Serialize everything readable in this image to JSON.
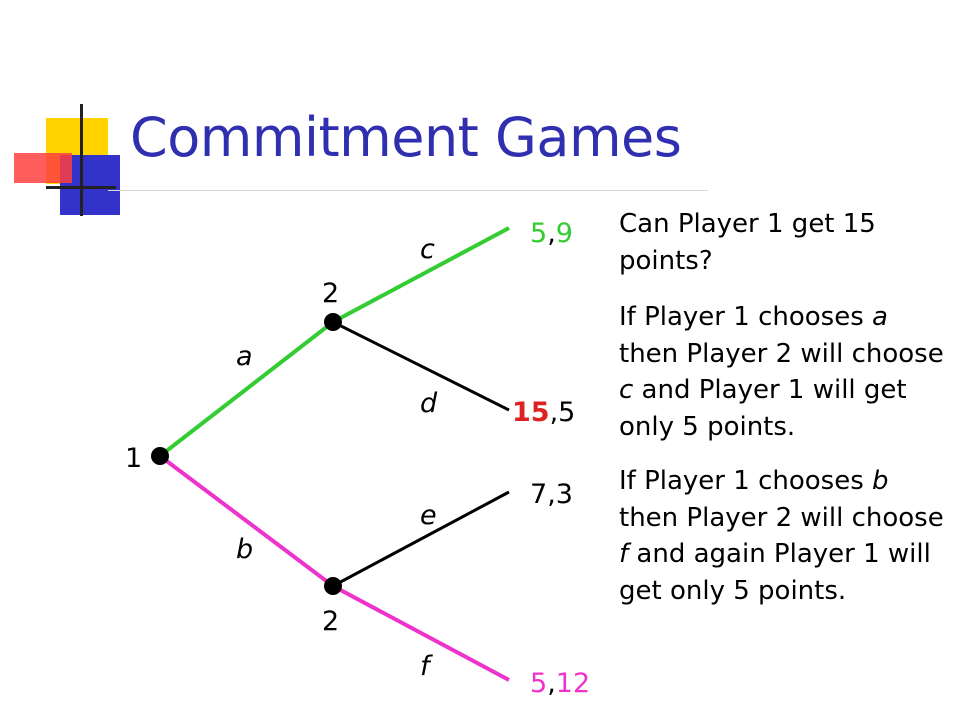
{
  "title": "Commitment Games",
  "colors": {
    "title": "#2f2fb0",
    "green": "#33cc33",
    "magenta": "#ee33cc",
    "red": "#dd2222",
    "black": "#000000",
    "logo_yellow": "#ffd200",
    "logo_blue": "#3333cc",
    "logo_red": "#ff3333"
  },
  "tree": {
    "root_label": "1",
    "upper_player": "2",
    "lower_player": "2",
    "moves": {
      "a": "a",
      "b": "b",
      "c": "c",
      "d": "d",
      "e": "e",
      "f": "f"
    },
    "payoffs": {
      "c": {
        "p1": "5",
        "sep": ",",
        "p2": "9"
      },
      "d": {
        "p1": "15",
        "sep": ",",
        "p2": "5"
      },
      "e": {
        "p1": "7",
        "sep": ",",
        "p2": "3"
      },
      "f": {
        "p1": "5",
        "sep": ",",
        "p2": "12"
      }
    }
  },
  "text": {
    "q1": "Can Player 1 get 15 points?",
    "p2_1": "If Player 1 chooses ",
    "p2_a": "a",
    "p2_2": " then Player 2 will choose ",
    "p2_c": "c",
    "p2_3": " and Player 1 will get only 5 points.",
    "p3_1": "If Player 1 chooses ",
    "p3_b": "b",
    "p3_2": " then Player 2 will choose ",
    "p3_f": "f",
    "p3_3": "  and again Player 1 will get only 5 points."
  }
}
